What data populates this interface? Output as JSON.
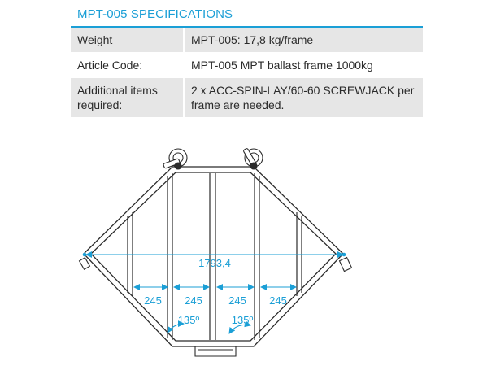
{
  "spec": {
    "title": "MPT-005 SPECIFICATIONS",
    "rows": [
      {
        "label": "Weight",
        "value": "MPT-005: 17,8 kg/frame"
      },
      {
        "label": "Article Code:",
        "value": "MPT-005 MPT ballast frame 1000kg"
      },
      {
        "label": "Additional items required:",
        "value": "2 x ACC-SPIN-LAY/60-60 SCREWJACK per frame are needed."
      }
    ]
  },
  "drawing": {
    "overall_width": "1793,4",
    "segments": [
      "245",
      "245",
      "245",
      "245"
    ],
    "angles": [
      "135º",
      "135º"
    ],
    "colors": {
      "dimension": "#1b9fd6",
      "frame": "#2b2b2b",
      "accent": "#1b9fd6"
    }
  }
}
